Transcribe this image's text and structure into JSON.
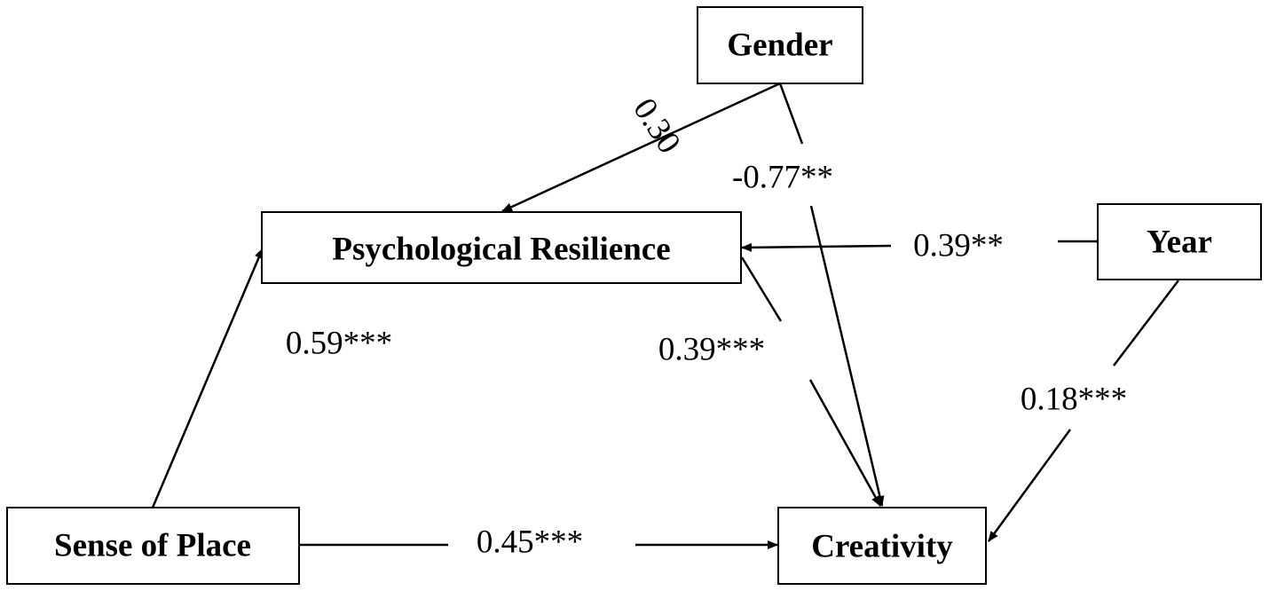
{
  "nodes": {
    "gender": {
      "label": "Gender"
    },
    "psychological_resilience": {
      "label": "Psychological Resilience"
    },
    "year": {
      "label": "Year"
    },
    "sense_of_place": {
      "label": "Sense of Place"
    },
    "creativity": {
      "label": "Creativity"
    }
  },
  "paths": {
    "gender_to_resilience": {
      "coefficient": "0.30"
    },
    "gender_to_creativity": {
      "coefficient": "-0.77**"
    },
    "year_to_resilience": {
      "coefficient": "0.39**"
    },
    "place_to_resilience": {
      "coefficient": "0.59***"
    },
    "resilience_to_creativity": {
      "coefficient": "0.39***"
    },
    "year_to_creativity": {
      "coefficient": "0.18***"
    },
    "place_to_creativity": {
      "coefficient": "0.45***"
    }
  },
  "colors": {
    "line": "#000000",
    "background": "#ffffff"
  }
}
